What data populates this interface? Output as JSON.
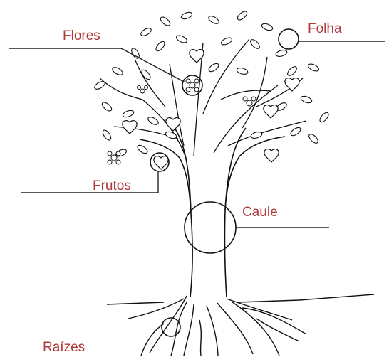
{
  "labels": {
    "flores": "Flores",
    "folha": "Folha",
    "frutos": "Frutos",
    "caule": "Caule",
    "raizes": "Raízes"
  },
  "colors": {
    "label_text": "#b03a3a",
    "line_art": "#111111",
    "background": "#ffffff"
  }
}
